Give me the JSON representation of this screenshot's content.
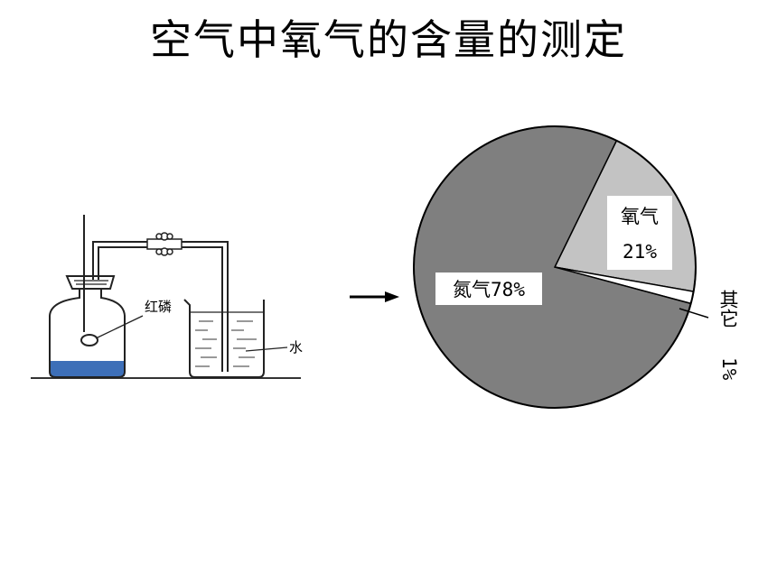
{
  "title": "空气中氧气的含量的测定",
  "apparatus": {
    "label_phosphorus": "红磷",
    "label_water": "水",
    "water_color": "#3d6fb8"
  },
  "chart_data": {
    "type": "pie",
    "slices": [
      {
        "label": "氮气",
        "percent_label": "78%",
        "value": 78,
        "color": "#7f7f7f"
      },
      {
        "label": "氧气",
        "percent_label": "21%",
        "value": 21,
        "color": "#c3c3c3"
      },
      {
        "label": "其它",
        "percent_label": "1%",
        "value": 1,
        "color": "#ffffff"
      }
    ]
  }
}
